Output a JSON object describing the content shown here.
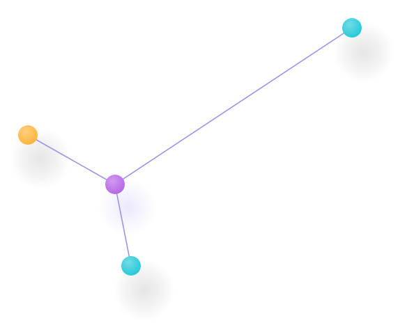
{
  "diagram": {
    "edge_color": "#9a93e8",
    "nodes": [
      {
        "id": "hub",
        "color": "#b765e6",
        "shadow_color": "#d8d4fa"
      },
      {
        "id": "leaf-top-right",
        "color": "#25c9d8",
        "shadow_color": "#e6e6e6"
      },
      {
        "id": "leaf-left",
        "color": "#fdb53a",
        "shadow_color": "#e6e6e6"
      },
      {
        "id": "leaf-bottom",
        "color": "#25c9d8",
        "shadow_color": "#e6e6e6"
      }
    ],
    "edges": [
      {
        "from": "hub",
        "to": "leaf-top-right"
      },
      {
        "from": "hub",
        "to": "leaf-left"
      },
      {
        "from": "hub",
        "to": "leaf-bottom"
      }
    ]
  }
}
